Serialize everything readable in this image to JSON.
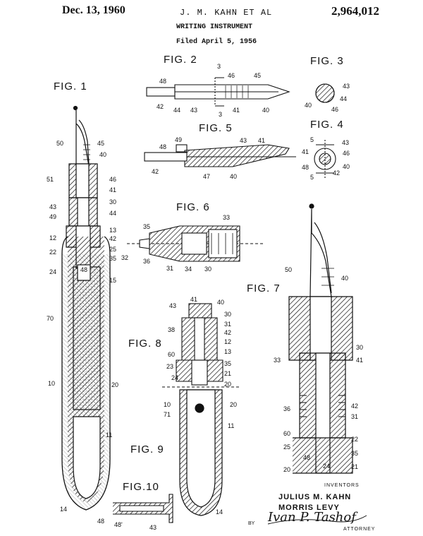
{
  "header": {
    "date": "Dec. 13, 1960",
    "inventors": "J. M. KAHN  ET AL",
    "title": "WRITING INSTRUMENT",
    "filed": "Filed April 5, 1956",
    "patent_number": "2,964,012"
  },
  "figures": {
    "fig1": "FIG. 1",
    "fig2": "FIG. 2",
    "fig3": "FIG. 3",
    "fig4": "FIG. 4",
    "fig5": "FIG. 5",
    "fig6": "FIG. 6",
    "fig7": "FIG. 7",
    "fig8": "FIG. 8",
    "fig9": "FIG. 9",
    "fig10": "FIG.10"
  },
  "reference_numerals": {
    "fig1": [
      "50",
      "45",
      "40",
      "51",
      "46",
      "41",
      "43",
      "30",
      "49",
      "44",
      "12",
      "13",
      "42",
      "22",
      "25",
      "35",
      "24",
      "15",
      "70",
      "10",
      "20",
      "11",
      "14",
      "48"
    ],
    "fig2": [
      "48",
      "3",
      "46",
      "45",
      "42",
      "44",
      "43",
      "41",
      "40",
      "3"
    ],
    "fig3": [
      "43",
      "40",
      "44",
      "46"
    ],
    "fig4": [
      "5",
      "43",
      "41",
      "46",
      "48",
      "40",
      "42",
      "5"
    ],
    "fig5": [
      "49",
      "48",
      "43",
      "41",
      "42",
      "47",
      "40"
    ],
    "fig6": [
      "35",
      "33",
      "32",
      "36",
      "31",
      "34",
      "30"
    ],
    "fig7": [
      "50",
      "40",
      "33",
      "30",
      "41",
      "36",
      "42",
      "31",
      "60",
      "22",
      "25",
      "35",
      "20",
      "24",
      "21",
      "48"
    ],
    "fig8": [
      "41",
      "40",
      "43",
      "30",
      "31",
      "38",
      "42",
      "12",
      "13",
      "60",
      "35",
      "23",
      "21",
      "24",
      "20"
    ],
    "fig9": [
      "10",
      "71",
      "20",
      "11",
      "14"
    ],
    "fig10": [
      "48",
      "48'",
      "43"
    ]
  },
  "signature_block": {
    "inventors_label": "INVENTORS",
    "inventor_1": "JULIUS M. KAHN",
    "inventor_2": "MORRIS LEVY",
    "by": "BY",
    "signature": "Ivan P. Tashof",
    "attorney_label": "ATTORNEY"
  }
}
